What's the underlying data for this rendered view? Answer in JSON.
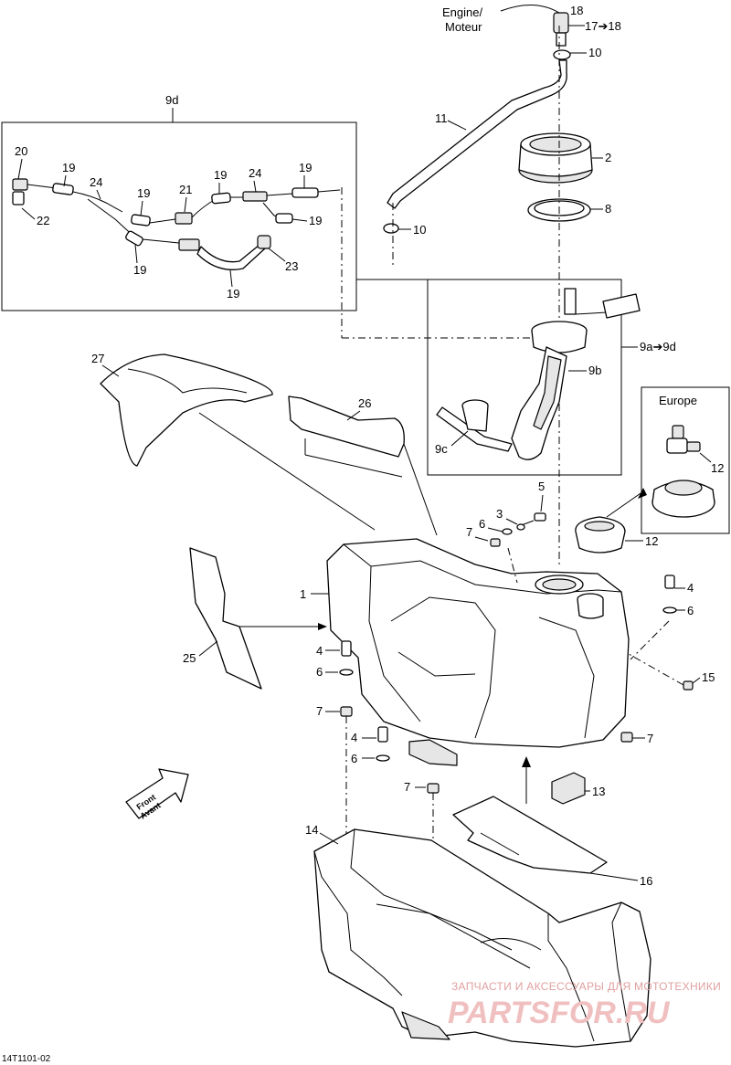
{
  "top_label": {
    "line1": "Engine/",
    "line2": "Moteur"
  },
  "callouts": {
    "c18": "18",
    "c17_18": "17➔18",
    "c10a": "10",
    "c11": "11",
    "c2": "2",
    "c8": "8",
    "c10b": "10",
    "c9d": "9d",
    "c20": "20",
    "c19a": "19",
    "c24a": "24",
    "c19b": "19",
    "c21": "21",
    "c19c": "19",
    "c24b": "24",
    "c19d": "19",
    "c19e": "19",
    "c22": "22",
    "c19f": "19",
    "c23": "23",
    "c19g": "19",
    "c9a_9d": "9a➔9d",
    "c9b": "9b",
    "c9c": "9c",
    "c27": "27",
    "c26": "26",
    "europe": "Europe",
    "c12a": "12",
    "c12b": "12",
    "c5": "5",
    "c3": "3",
    "c6a": "6",
    "c7a": "7",
    "c1": "1",
    "c4a": "4",
    "c6b": "6",
    "c25": "25",
    "c4b": "4",
    "c6c": "6",
    "c15": "15",
    "c7b": "7",
    "c7c": "7",
    "c4c": "4",
    "c6d": "6",
    "c7d": "7",
    "c13": "13",
    "c14": "14",
    "c16": "16"
  },
  "front_arrow": {
    "line1": "Front",
    "line2": "Avant"
  },
  "drawing_id": "14T1101-02",
  "watermark": {
    "tagline": "ЗАПЧАСТИ И АКСЕССУАРЫ ДЛЯ МОТОТЕХНИКИ",
    "brand": "PARTSFOR.RU"
  }
}
